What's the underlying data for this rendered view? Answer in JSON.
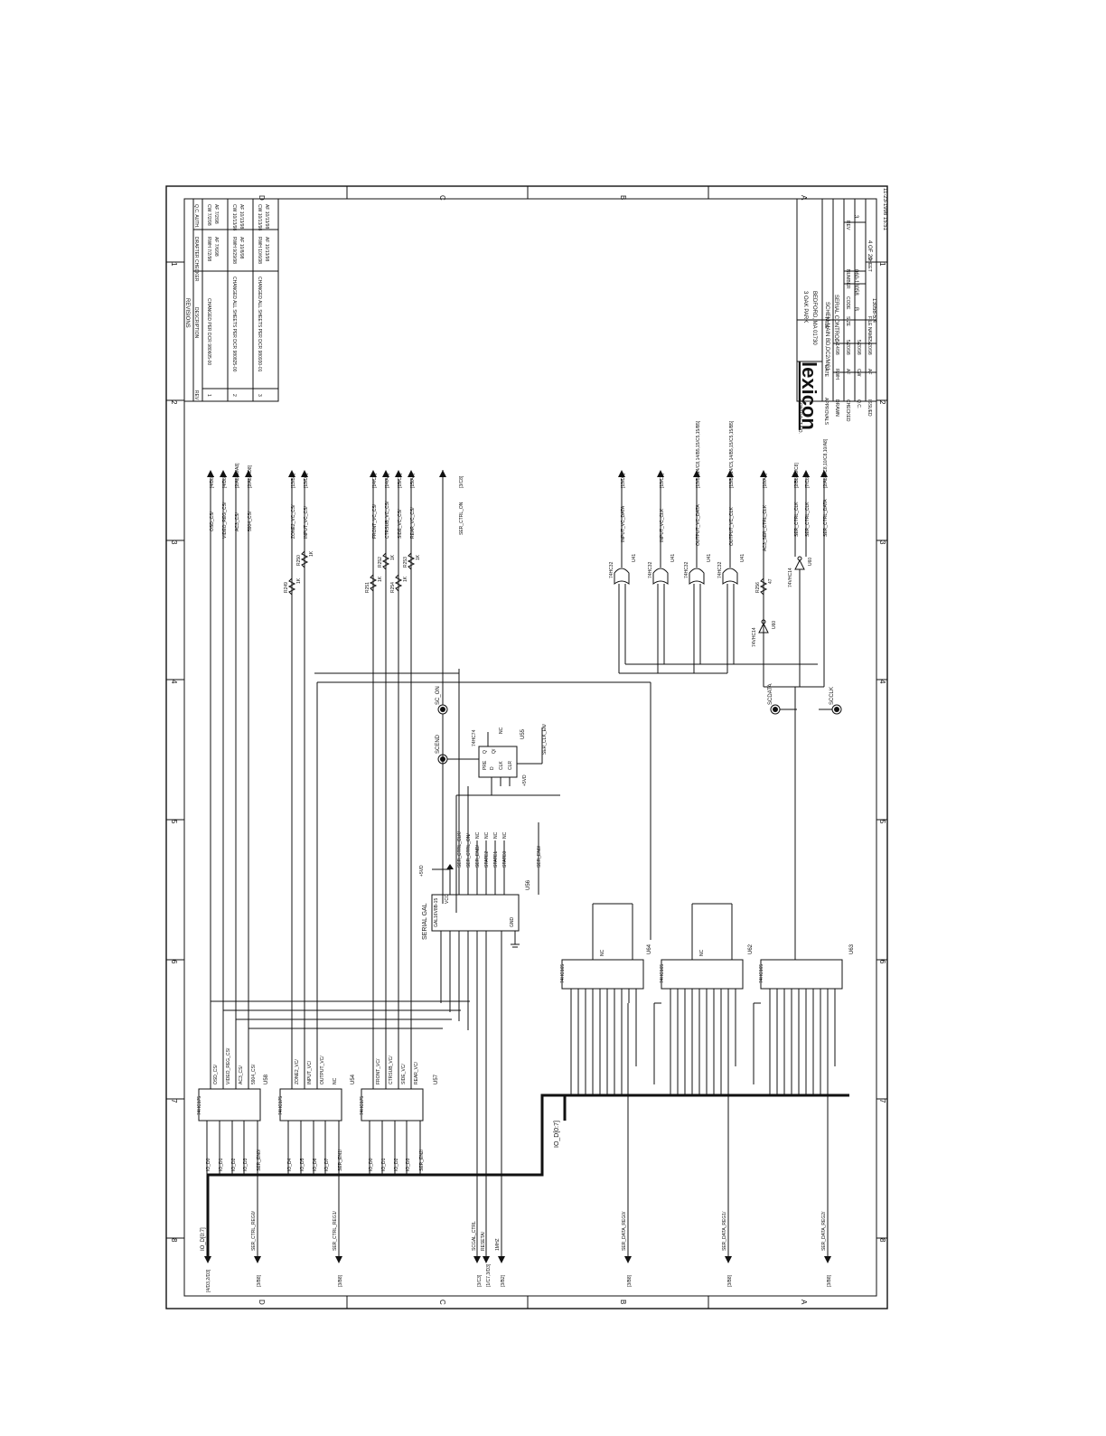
{
  "border": {
    "zones_top": [
      "8",
      "7",
      "6",
      "5",
      "4",
      "3",
      "2",
      "1"
    ],
    "zones_side": [
      "D",
      "C",
      "B",
      "A"
    ],
    "timestamp": "11-23-1998 15:51"
  },
  "revisions": {
    "title": "REVISIONS",
    "headers": [
      "REV",
      "DESCRIPTION",
      "DRAFTER CHECKER",
      "Q.C. AUTH."
    ],
    "rows": [
      {
        "rev": "1",
        "desc": "CHANGED PER DCR 980605-00",
        "drafter": "RWH 7/2/98",
        "checker": "AF 7/6/98",
        "qc": "CW 7/2/98",
        "auth": "AF 7/2/98"
      },
      {
        "rev": "2",
        "desc": "CHANGED ALL SHEETS PER DCR 980825-00",
        "drafter": "RWH 9/29/98",
        "checker": "AF 10/8/98",
        "qc": "CW 10/13/98",
        "auth": "AF 10/13/98"
      },
      {
        "rev": "3",
        "desc": "CHANGED ALL SHEETS PER DCR 980930-01",
        "drafter": "RWH 10/6/98",
        "checker": "AF 10/13/98",
        "qc": "CW 10/13/98",
        "auth": "AF 10/13/98"
      }
    ]
  },
  "title_block": {
    "company": "lexicon",
    "address1": "3 OAK PARK",
    "address2": "BEDFORD, MA 01730",
    "title_label": "TITLE",
    "title1": "SCHEM,MAIN BD,DC2/MC1",
    "title2": "SERIAL CONTROL",
    "contract": "CONTRACT NO.",
    "approvals": "APPROVALS",
    "date_label": "DATE",
    "drawn": "DRAWN",
    "drawn_by": "RWH",
    "drawn_date": "5/14/98",
    "checked": "CHECKED",
    "checked_by": "AF",
    "checked_date": "5/20/98",
    "qc": "Q.C.",
    "qc_by": "CW",
    "qc_date": "5/20/98",
    "issued": "ISSUED",
    "issued_by": "AF",
    "issued_date": "5/20/98",
    "size_label": "SIZE",
    "size": "B",
    "code_label": "CODE",
    "number_label": "NUMBER",
    "number": "060-13058",
    "rev_label": "REV",
    "rev": "3",
    "file_label": "FILE NAME",
    "file": "13058-5.4",
    "sheet_label": "SHEET",
    "sheet": "4 OF 20"
  },
  "parts": {
    "u58": {
      "ref": "U58",
      "type": "74HC175",
      "inputs": [
        "IO_D0",
        "IO_D1",
        "IO_D2",
        "IO_D3"
      ],
      "outputs": [
        "OSD_CS/",
        "VIDEO_REG_CS/",
        "AC3_CS/",
        "5904_CS/"
      ],
      "clk": "SER_EN0/"
    },
    "u54": {
      "ref": "U54",
      "type": "74HC175",
      "inputs": [
        "IO_D4",
        "IO_D5",
        "IO_D6",
        "IO_D7"
      ],
      "outputs": [
        "ZONE2_VC/",
        "INPUT_VC/",
        "OUTPUT_VC/",
        "NC"
      ],
      "clk": "SER_EN1/"
    },
    "u57": {
      "ref": "U57",
      "type": "74HC175",
      "inputs": [
        "IO_D0",
        "IO_D1",
        "IO_D2",
        "IO_D3"
      ],
      "outputs": [
        "FRONT_VC/",
        "CTRSUB_VC/",
        "SIDE_VC/",
        "REAR_VC/"
      ],
      "clk": "SER_EN2/"
    },
    "u56": {
      "ref": "U56",
      "type": "GAL16V8B-15",
      "label": "SERIAL GAL",
      "pins": [
        "SER_CTRL_CLK/",
        "SER_CTRL_ON/",
        "SER_END/",
        "STATE2",
        "STATE1",
        "STATE0",
        "NC",
        "NC",
        "NC",
        "NC"
      ]
    },
    "u55": {
      "ref": "U55",
      "type": "74HC74",
      "pins": [
        "PRE",
        "D",
        "CLK",
        "CLR",
        "Q",
        "Q/"
      ],
      "net": "SER_CLK_EN/"
    },
    "u64": {
      "ref": "U64",
      "type": "74HC165"
    },
    "u62": {
      "ref": "U62",
      "type": "74HC165"
    },
    "u63": {
      "ref": "U63",
      "type": "74HC165"
    },
    "u41": {
      "ref": "U41",
      "type": "74HC32"
    },
    "u60": {
      "ref": "U60",
      "type": "74VHC14"
    }
  },
  "nets": {
    "left": [
      {
        "name": "IO_D[0:7]",
        "ref": "[4/D3,2/D3]"
      },
      {
        "name": "SER_CTRL_REG0/",
        "ref": "[3/B8]"
      },
      {
        "name": "SER_CTRL_REG1/",
        "ref": "[3/B8]"
      },
      {
        "name": "SCGAL_CTRL",
        "ref": "[3/C3]"
      },
      {
        "name": "RESETA/",
        "ref": "[1/C7,3/D3]"
      },
      {
        "name": "1MHZ",
        "ref": "[3/B2]"
      },
      {
        "name": "SER_DATA_REG0/",
        "ref": "[3/B8]"
      },
      {
        "name": "SER_DATA_REG1/",
        "ref": "[3/B8]"
      },
      {
        "name": "SER_DATA_REG2/",
        "ref": "[3/B8]"
      }
    ],
    "right": [
      {
        "name": "OSD_CS/",
        "ref": "[4/D8]"
      },
      {
        "name": "VIDEO_REG_CS/",
        "ref": "[4/D8]"
      },
      {
        "name": "AC3_CS/",
        "ref": "[2/A8,10/A8]"
      },
      {
        "name": "5904_CS/",
        "ref": "[2/A8,7/D8]"
      },
      {
        "name": "ZONE2_VC_CS/",
        "ref": "[13/B8]"
      },
      {
        "name": "INPUT_VC_CS/",
        "ref": "[13/D8]"
      },
      {
        "name": "FRONT_VC_CS/",
        "ref": "[14/C8]"
      },
      {
        "name": "CTRSUB_VC_CS/",
        "ref": "[14/A8]"
      },
      {
        "name": "SIDE_VC_CS/",
        "ref": "[15/C8]"
      },
      {
        "name": "REAR_VC_CS/",
        "ref": "[15/A8]"
      },
      {
        "name": "SER_CTRL_ON",
        "ref": "[3/C8]"
      },
      {
        "name": "INPUT_VC_DATA",
        "ref": "[13/D8]"
      },
      {
        "name": "INPUT_VC_CLK",
        "ref": "[13/C8]"
      },
      {
        "name": "OUTPUT_VC_DATA",
        "ref": "[13/B8,14/C8,14/B5,15/C5,15/B5]"
      },
      {
        "name": "OUTPUT_VC_CLK",
        "ref": "[13/B3,14/C5,14/B5,15/C5,15/B5]"
      },
      {
        "name": "AC3_SER_CTRL_CLK",
        "ref": "[10/A8]"
      },
      {
        "name": "SER_CTRL_CLK",
        "ref": "[2/B8,10/C8]"
      },
      {
        "name": "SER_CTRL_CLK",
        "ref": "[7/C8]"
      },
      {
        "name": "SER_CTRL_DATA",
        "ref": "[2/A8,7/C8,10/C8,10/A8]"
      }
    ],
    "test_points": [
      "SC_ON",
      "SCEND",
      "SCDATA",
      "SCCLK"
    ],
    "resistors": [
      {
        "ref": "R249",
        "val": "1K"
      },
      {
        "ref": "R250",
        "val": "1K"
      },
      {
        "ref": "R251",
        "val": "1K"
      },
      {
        "ref": "R252",
        "val": "1K"
      },
      {
        "ref": "R254",
        "val": "1K"
      },
      {
        "ref": "R253",
        "val": "1K"
      },
      {
        "ref": "R256",
        "val": "47"
      }
    ],
    "misc": {
      "vcc": "+5VD",
      "io_bus": "IO_D[0:7]",
      "nc": "NC",
      "mhz": "1MHZ",
      "ser_env": "SER_EN0/",
      "gnd": "GND",
      "vcc_pin": "VCC"
    }
  }
}
